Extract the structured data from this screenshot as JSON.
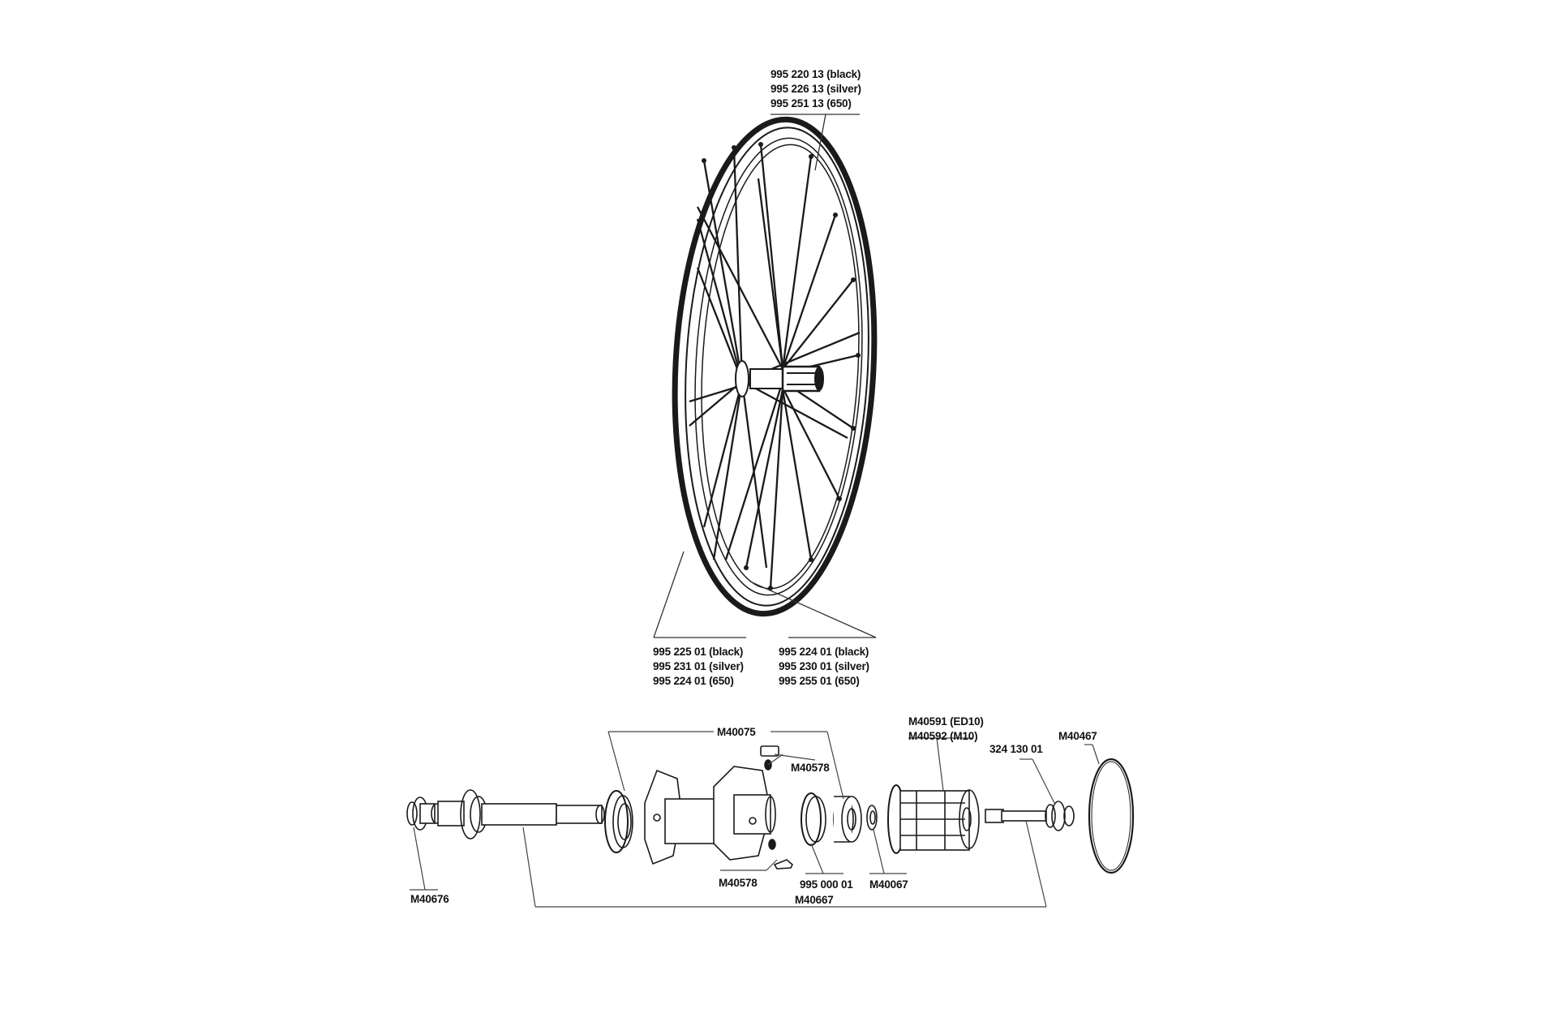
{
  "diagram": {
    "title": "Rear wheel exploded parts diagram",
    "colors": {
      "line": "#1a1a1a",
      "leader": "#444444",
      "background": "#ffffff"
    },
    "wheel": {
      "rim_label": {
        "lines": [
          "995 220 13 (black)",
          "995 226 13 (silver)",
          "995 251 13 (650)"
        ]
      },
      "spoke_left_label": {
        "lines": [
          "995 225 01 (black)",
          "995 231 01 (silver)",
          "995 224 01 (650)"
        ]
      },
      "spoke_right_label": {
        "lines": [
          "995 224 01 (black)",
          "995 230 01 (silver)",
          "995 255 01 (650)"
        ]
      }
    },
    "hub": {
      "labels": {
        "hub_body": "M40075",
        "pawl_top": "M40578",
        "pawl_bottom": "M40578",
        "freehub_ed10": "M40591 (ED10)",
        "freehub_m10": "M40592 (M10)",
        "axle_end": "324 130 01",
        "o_ring": "M40467",
        "seal": "995 000 01",
        "washer": "M40067",
        "axle": "M40667",
        "end_cap": "M40676"
      }
    }
  }
}
